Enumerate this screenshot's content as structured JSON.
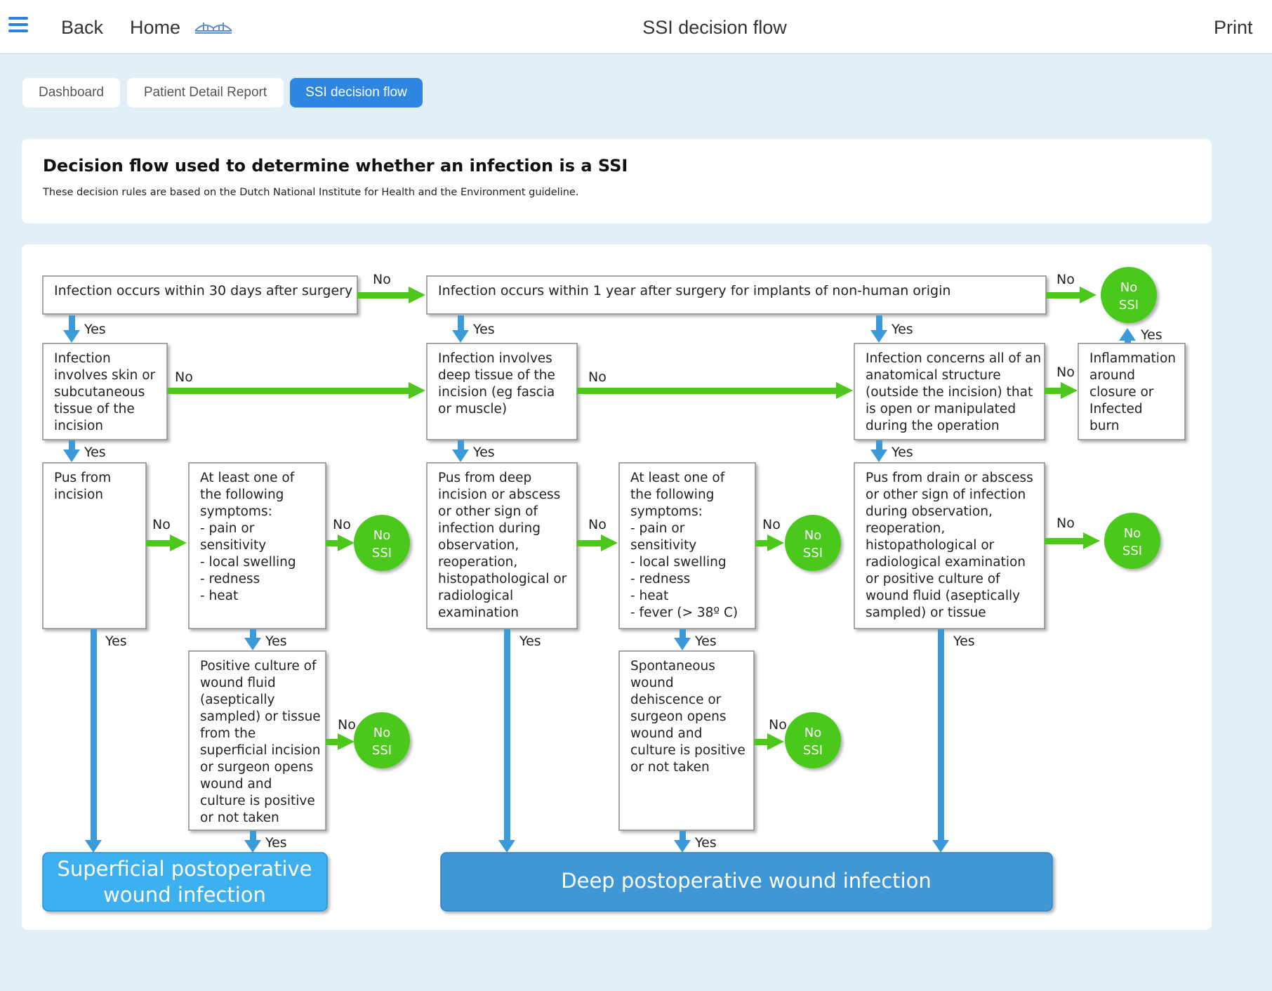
{
  "topbar": {
    "back_label": "Back",
    "home_label": "Home",
    "page_title": "SSI decision flow",
    "print_label": "Print",
    "menu_icon": "hamburger-icon",
    "logo_icon": "bridge-icon"
  },
  "tabs": [
    {
      "label": "Dashboard",
      "active": false
    },
    {
      "label": "Patient Detail Report",
      "active": false
    },
    {
      "label": "SSI decision flow",
      "active": true
    }
  ],
  "intro": {
    "heading": "Decision flow used to determine whether an infection is a SSI",
    "description": "These decision rules are based on the Dutch National Institute for Health and the Environment guideline."
  },
  "colors": {
    "accent": "#2f86e0",
    "flow_green": "#4cc81a",
    "flow_blue": "#3d9ad8",
    "superficial_box": "#3cb0f0",
    "deep_box": "#3f97d6"
  },
  "flow": {
    "labels": {
      "yes": "Yes",
      "no": "No",
      "no_ssi": [
        "No",
        "SSI"
      ]
    },
    "q1": "Infection occurs within 30 days after surgery",
    "q2": "Infection occurs within 1 year after surgery for implants of non-human origin",
    "q3": [
      "Infection",
      "involves skin or",
      "subcutaneous",
      "tissue of the",
      "incision"
    ],
    "q4": [
      "Infection involves",
      "deep tissue of the",
      "incision (eg fascia",
      "or muscle)"
    ],
    "q5": [
      "Infection concerns all of an",
      "anatomical structure",
      "(outside the incision) that",
      "is open or manipulated",
      "during the operation"
    ],
    "q6": [
      "Inflammation",
      "around",
      "closure  or",
      "Infected",
      "burn"
    ],
    "q7": [
      "Pus from",
      "incision"
    ],
    "q8": [
      "At least one of",
      "the following",
      "symptoms:",
      "- pain or",
      "sensitivity",
      "- local swelling",
      "- redness",
      "- heat"
    ],
    "q9": [
      "Pus from deep",
      "incision or abscess",
      "or other sign of",
      "infection during",
      "observation,",
      "reoperation,",
      "histopathological or",
      "radiological",
      "examination"
    ],
    "q10": [
      "At least one of",
      "the following",
      "symptoms:",
      "- pain or",
      "sensitivity",
      "- local swelling",
      "- redness",
      "- heat",
      "- fever (> 38º C)"
    ],
    "q11": [
      "Pus from drain or abscess",
      "or other sign of infection",
      "during observation,",
      "reoperation,",
      "histopathological or",
      "radiological examination",
      "or positive culture of",
      "wound fluid (aseptically",
      "sampled) or tissue"
    ],
    "q12": [
      "Positive culture of",
      "wound fluid",
      "(aseptically",
      "sampled) or tissue",
      "from the",
      "superficial incision",
      "or surgeon opens",
      "wound and",
      "culture is positive",
      "or not taken"
    ],
    "q13": [
      "Spontaneous",
      "wound",
      "dehiscence or",
      "surgeon opens",
      "wound and",
      "culture is positive",
      "or not taken"
    ],
    "result_superficial": [
      "Superficial postoperative",
      "wound infection"
    ],
    "result_deep": "Deep postoperative wound infection"
  }
}
